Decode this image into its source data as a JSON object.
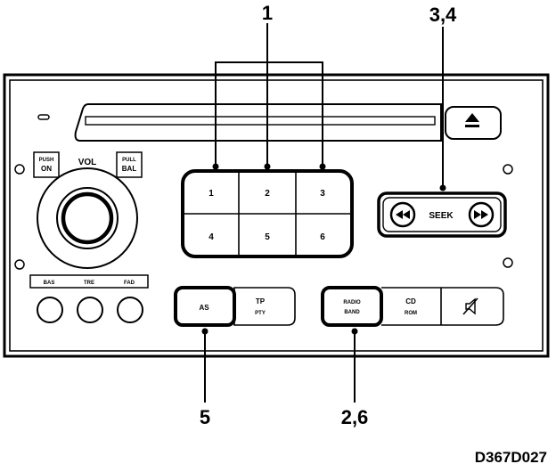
{
  "callouts": {
    "presets": "1",
    "seek": "3,4",
    "as": "5",
    "radio_band": "2,6"
  },
  "figure_code": "D367D027",
  "knob": {
    "push_line1": "PUSH",
    "push_line2": "ON",
    "vol": "VOL",
    "pull_line1": "PULL",
    "pull_line2": "BAL"
  },
  "presets": [
    "1",
    "2",
    "3",
    "4",
    "5",
    "6"
  ],
  "seek_label": "SEEK",
  "tone_labels": [
    "BAS",
    "TRE",
    "FAD"
  ],
  "buttons": {
    "as": "AS",
    "tp_line1": "TP",
    "tp_line2": "PTY",
    "radio_line1": "RADIO",
    "radio_line2": "BAND",
    "cd_line1": "CD",
    "cd_line2": "ROM"
  },
  "icons": [
    "eject-icon",
    "rewind-icon",
    "fast-forward-icon",
    "mute-icon"
  ]
}
